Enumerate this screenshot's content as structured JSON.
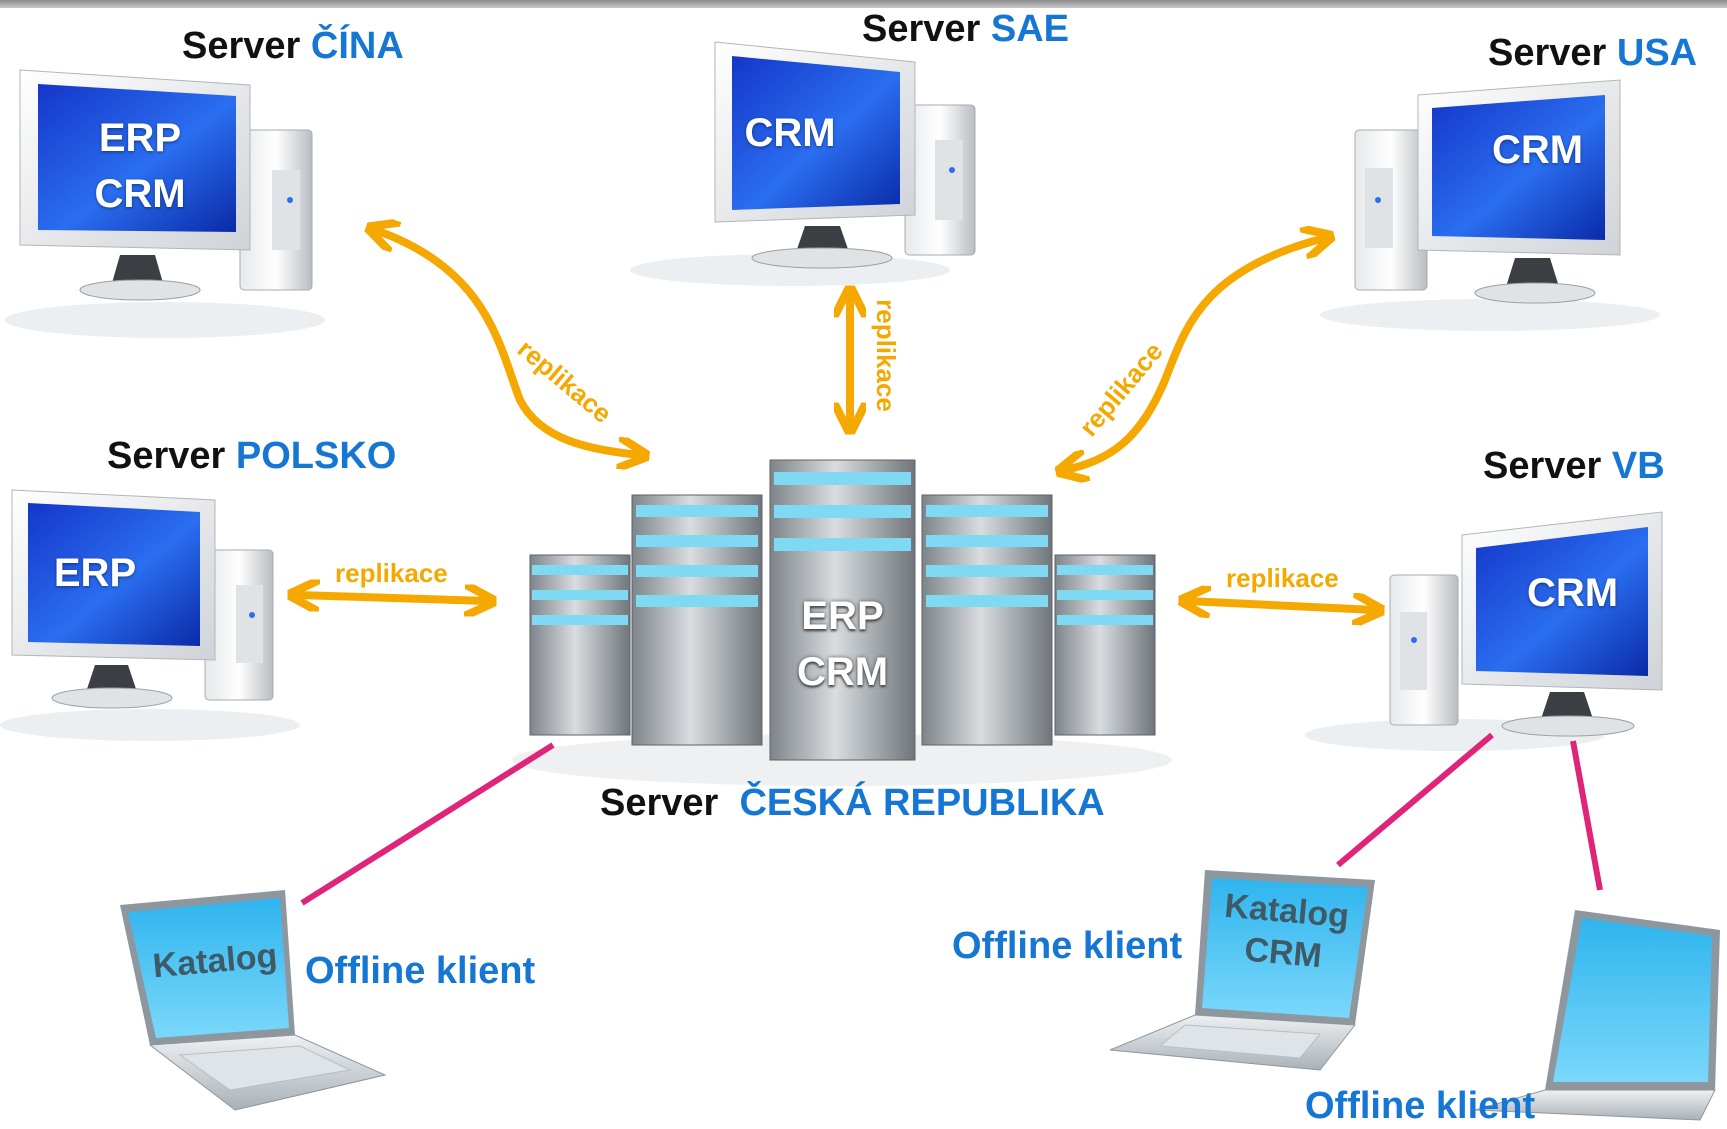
{
  "server_word": "Server",
  "servers": {
    "cina": {
      "name": "ČÍNA",
      "apps": "ERP\nCRM"
    },
    "sae": {
      "name": "SAE",
      "apps": "CRM"
    },
    "usa": {
      "name": "USA",
      "apps": "CRM"
    },
    "polsko": {
      "name": "POLSKO",
      "apps": "ERP"
    },
    "vb": {
      "name": "VB",
      "apps": "CRM"
    },
    "cr": {
      "name": "ČESKÁ REPUBLIKA",
      "apps": "ERP\nCRM"
    }
  },
  "arrow_label": "replikace",
  "clients": {
    "left": {
      "label": "Offline klient",
      "screen": "Katalog"
    },
    "right1": {
      "label": "Offline klient",
      "screen": "Katalog\nCRM"
    },
    "right2": {
      "label": "Offline klient",
      "screen": ""
    }
  },
  "colors": {
    "server_name": "#1577d3",
    "arrow": "#f5a800",
    "link": "#e0247a",
    "screen": "#1a3fd0"
  }
}
